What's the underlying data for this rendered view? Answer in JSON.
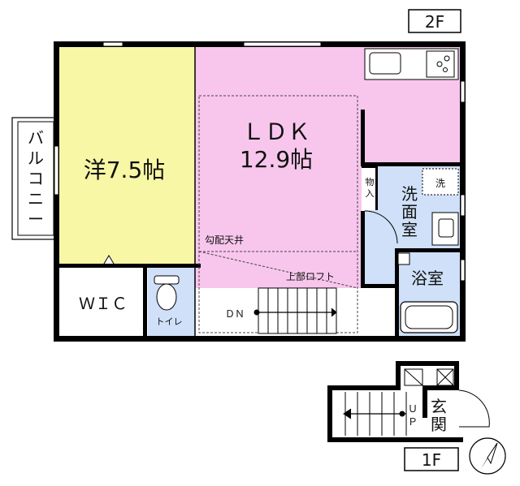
{
  "floor_2f": "2F",
  "floor_1f": "1F",
  "rooms": {
    "western": "洋7.5帖",
    "ldk_line1": "ＬＤＫ",
    "ldk_line2": "12.9帖",
    "balcony": [
      "バ",
      "ル",
      "コ",
      "ニ",
      "ー"
    ],
    "wic": "ＷＩＣ",
    "toilet": "トイレ",
    "storage": [
      "物",
      "入"
    ],
    "washroom": [
      "洗",
      "面",
      "室"
    ],
    "bath": "浴室",
    "laundry": "洗",
    "entrance": [
      "玄",
      "関"
    ]
  },
  "labels": {
    "slope_ceiling": "勾配天井",
    "upper_loft": "上部ロフト",
    "dn": "ＤＮ",
    "up": [
      "Ｕ",
      "Ｐ"
    ]
  },
  "colors": {
    "western_room": "#f7f7a6",
    "ldk": "#f8c6ec",
    "wet_area": "#cfe0f8",
    "wall": "#000000"
  }
}
